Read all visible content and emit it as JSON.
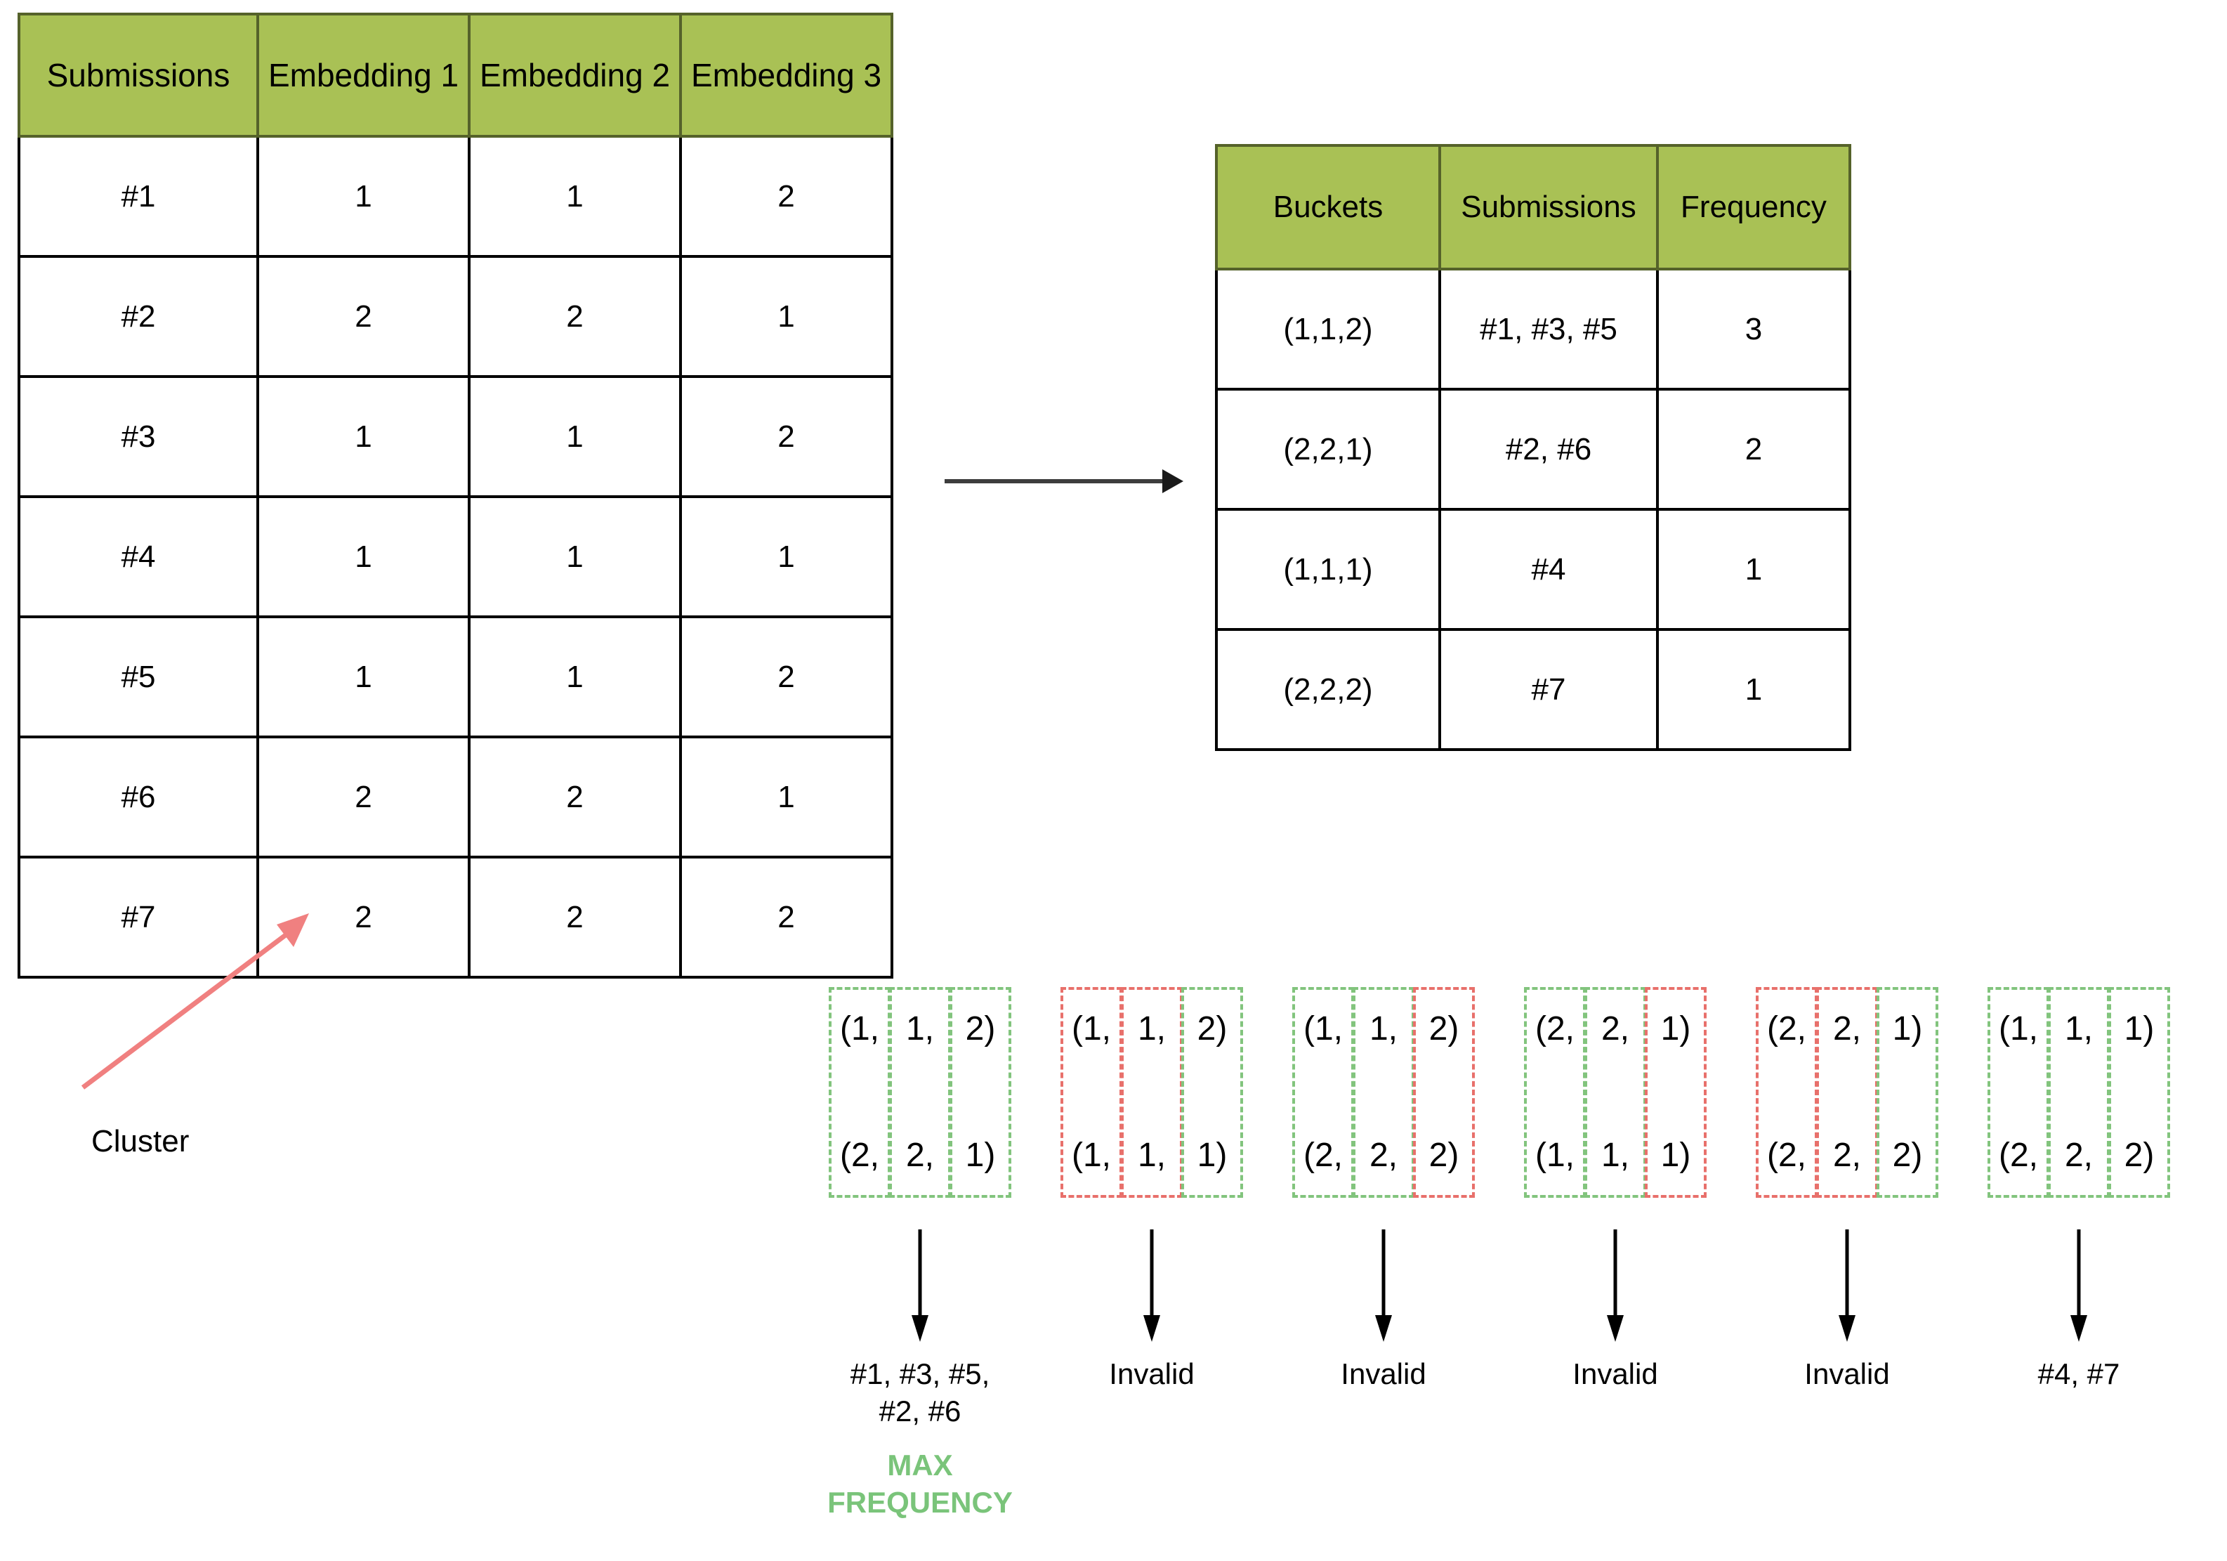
{
  "colors": {
    "header_green": "#a9c155",
    "match_green": "#82c47d",
    "mismatch_red": "#e8706b",
    "max_frequency_green": "#7ac47a",
    "cluster_arrow_red": "#f08080",
    "border_black": "#000000"
  },
  "embeddings_table": {
    "headers": [
      "Submissions",
      "Embedding 1",
      "Embedding 2",
      "Embedding 3"
    ],
    "rows": [
      [
        "#1",
        "1",
        "1",
        "2"
      ],
      [
        "#2",
        "2",
        "2",
        "1"
      ],
      [
        "#3",
        "1",
        "1",
        "2"
      ],
      [
        "#4",
        "1",
        "1",
        "1"
      ],
      [
        "#5",
        "1",
        "1",
        "2"
      ],
      [
        "#6",
        "2",
        "2",
        "1"
      ],
      [
        "#7",
        "2",
        "2",
        "2"
      ]
    ]
  },
  "buckets_table": {
    "headers": [
      "Buckets",
      "Submissions",
      "Frequency"
    ],
    "rows": [
      [
        "(1,1,2)",
        "#1, #3, #5",
        "3"
      ],
      [
        "(2,2,1)",
        "#2, #6",
        "2"
      ],
      [
        "(1,1,1)",
        "#4",
        "1"
      ],
      [
        "(2,2,2)",
        "#7",
        "1"
      ]
    ]
  },
  "callouts": {
    "cluster_label": "Cluster"
  },
  "pair_groups": [
    {
      "top": [
        "1",
        "1",
        "2"
      ],
      "bottom": [
        "2",
        "2",
        "1"
      ],
      "box_colors": [
        "green",
        "green",
        "green"
      ],
      "result": "#1, #3, #5,\n#2, #6",
      "note": "MAX\nFREQUENCY"
    },
    {
      "top": [
        "1",
        "1",
        "2"
      ],
      "bottom": [
        "1",
        "1",
        "1"
      ],
      "box_colors": [
        "red",
        "red",
        "green"
      ],
      "result": "Invalid",
      "note": ""
    },
    {
      "top": [
        "1",
        "1",
        "2"
      ],
      "bottom": [
        "2",
        "2",
        "2"
      ],
      "box_colors": [
        "green",
        "green",
        "red"
      ],
      "result": "Invalid",
      "note": ""
    },
    {
      "top": [
        "2",
        "2",
        "1"
      ],
      "bottom": [
        "1",
        "1",
        "1"
      ],
      "box_colors": [
        "green",
        "green",
        "red"
      ],
      "result": "Invalid",
      "note": ""
    },
    {
      "top": [
        "2",
        "2",
        "1"
      ],
      "bottom": [
        "2",
        "2",
        "2"
      ],
      "box_colors": [
        "red",
        "red",
        "green"
      ],
      "result": "Invalid",
      "note": ""
    },
    {
      "top": [
        "1",
        "1",
        "1"
      ],
      "bottom": [
        "2",
        "2",
        "2"
      ],
      "box_colors": [
        "green",
        "green",
        "green"
      ],
      "result": "#4, #7",
      "note": ""
    }
  ]
}
